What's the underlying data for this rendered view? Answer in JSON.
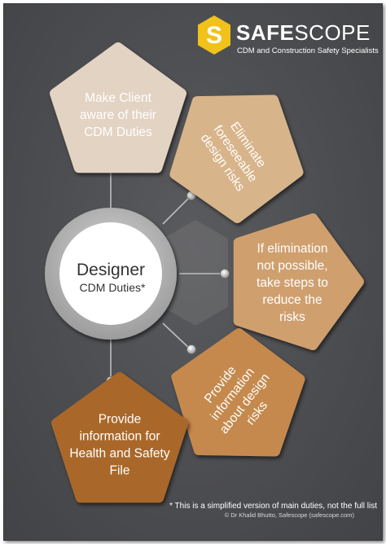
{
  "brand": {
    "name_bold": "SAFE",
    "name_light": "SCOPE",
    "tagline": "CDM and Construction Safety Specialists",
    "logo_letter": "S"
  },
  "center": {
    "title": "Designer",
    "subtitle": "CDM Duties*"
  },
  "duties": [
    {
      "lines": [
        "Make Client",
        "aware of their",
        "CDM Duties"
      ],
      "color": "#e3d3c3"
    },
    {
      "lines": [
        "Eliminate",
        "foreseeable",
        "design risks"
      ],
      "color": "#d8b48a"
    },
    {
      "lines": [
        "If elimination",
        "not possible,",
        "take steps to",
        "reduce the",
        "risks"
      ],
      "color": "#cf9f6e"
    },
    {
      "lines": [
        "Provide",
        "information",
        "about design",
        "risks"
      ],
      "color": "#c5894d"
    },
    {
      "lines": [
        "Provide",
        "information for",
        "Health and Safety",
        "File"
      ],
      "color": "#a9682c"
    }
  ],
  "footnote": "* This is a simplified version of main duties, not the full list",
  "copyright": "© Dr Khalid Bhutto, Safescope (safescope.com)",
  "colors": {
    "background": "#4b4c4f",
    "logo_yellow": "#f1c21b",
    "connector": "#bdbdbd"
  }
}
